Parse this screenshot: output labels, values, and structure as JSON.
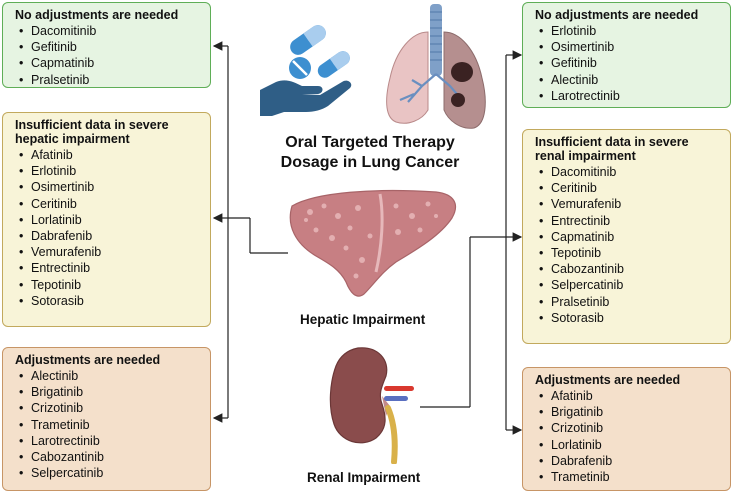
{
  "title_line1": "Oral Targeted Therapy",
  "title_line2": "Dosage in Lung Cancer",
  "hepatic_label": "Hepatic Impairment",
  "renal_label": "Renal Impairment",
  "hepatic": {
    "no_adjust": {
      "heading": "No adjustments are needed",
      "items": [
        "Dacomitinib",
        "Gefitinib",
        "Capmatinib",
        "Pralsetinib"
      ]
    },
    "insufficient": {
      "heading1": "Insufficient data in severe",
      "heading2": "hepatic impairment",
      "items": [
        "Afatinib",
        "Erlotinib",
        "Osimertinib",
        "Ceritinib",
        "Lorlatinib",
        "Dabrafenib",
        "Vemurafenib",
        "Entrectinib",
        "Tepotinib",
        "Sotorasib"
      ]
    },
    "adjust": {
      "heading": "Adjustments are needed",
      "items": [
        "Alectinib",
        "Brigatinib",
        "Crizotinib",
        "Trametinib",
        "Larotrectinib",
        "Cabozantinib",
        "Selpercatinib"
      ]
    }
  },
  "renal": {
    "no_adjust": {
      "heading": "No adjustments are needed",
      "items": [
        "Erlotinib",
        "Osimertinib",
        "Gefitinib",
        "Alectinib",
        "Larotrectinib"
      ]
    },
    "insufficient": {
      "heading1": "Insufficient data in severe",
      "heading2": "renal impairment",
      "items": [
        "Dacomitinib",
        "Ceritinib",
        "Vemurafenib",
        "Entrectinib",
        "Capmatinib",
        "Tepotinib",
        "Cabozantinib",
        "Selpercatinib",
        "Pralsetinib",
        "Sotorasib"
      ]
    },
    "adjust": {
      "heading": "Adjustments are needed",
      "items": [
        "Afatinib",
        "Brigatinib",
        "Crizotinib",
        "Lorlatinib",
        "Dabrafenib",
        "Trametinib"
      ]
    }
  },
  "colors": {
    "green_fill": "#e6f4e2",
    "green_border": "#5fae57",
    "yellow_fill": "#f8f4d8",
    "yellow_border": "#c2a95d",
    "orange_fill": "#f4e0cb",
    "orange_border": "#c79566"
  },
  "icons": [
    "hand-pills-icon",
    "lungs-icon",
    "liver-icon",
    "kidney-icon"
  ]
}
